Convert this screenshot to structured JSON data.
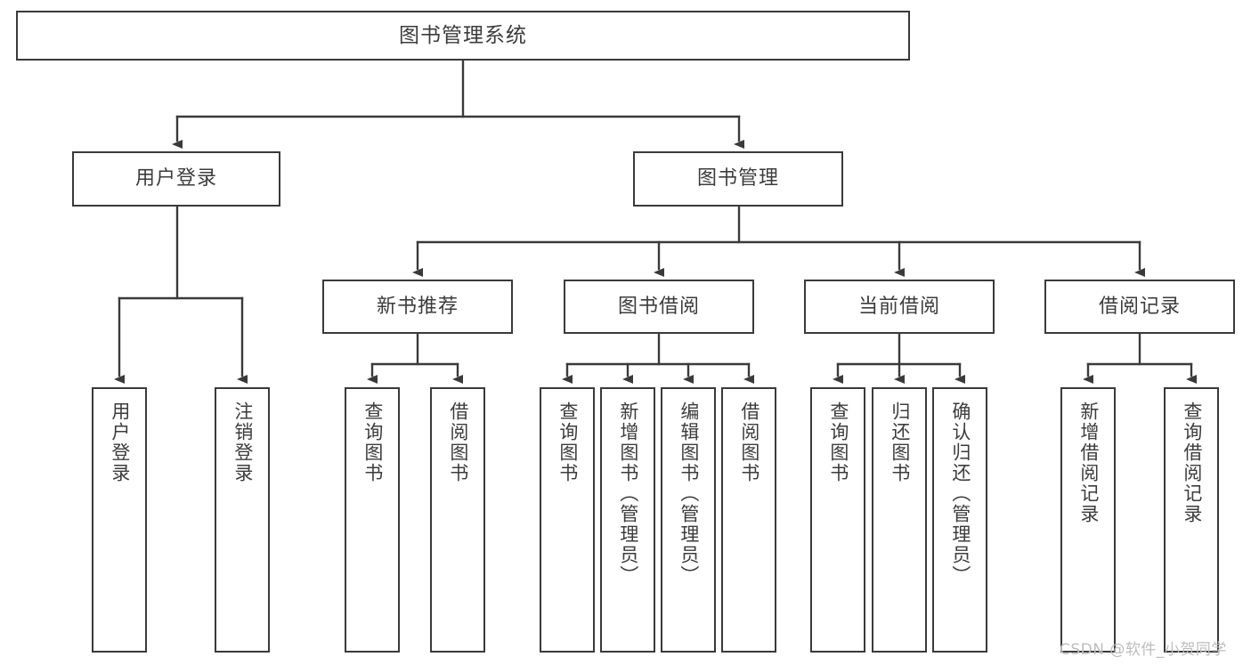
{
  "diagram": {
    "type": "tree",
    "title": "图书管理系统",
    "style": {
      "line_color": "#3a3a3a",
      "box_border_color": "#3a3a3a",
      "box_fill": "#ffffff",
      "text_color": "#3c3c3c",
      "background": "#ffffff",
      "watermark_color": "#bdbdbd"
    },
    "root": {
      "label": "图书管理系统"
    },
    "level2": [
      {
        "label": "用户登录"
      },
      {
        "label": "图书管理"
      }
    ],
    "level3": [
      {
        "label": "新书推荐"
      },
      {
        "label": "图书借阅"
      },
      {
        "label": "当前借阅"
      },
      {
        "label": "借阅记录"
      }
    ],
    "leaves": {
      "user_login": [
        {
          "label": "用户登录"
        },
        {
          "label": "注销登录"
        }
      ],
      "new_book_recommend": [
        {
          "label": "查询图书"
        },
        {
          "label": "借阅图书"
        }
      ],
      "book_borrow": [
        {
          "label": "查询图书"
        },
        {
          "label": "新增图书（管理员）"
        },
        {
          "label": "编辑图书（管理员）"
        },
        {
          "label": "借阅图书"
        }
      ],
      "current_borrow": [
        {
          "label": "查询图书"
        },
        {
          "label": "归还图书"
        },
        {
          "label": "确认归还（管理员）"
        }
      ],
      "borrow_record": [
        {
          "label": "新增借阅记录"
        },
        {
          "label": "查询借阅记录"
        }
      ]
    }
  },
  "watermark": {
    "text": "CSDN @软件_小贺同学"
  }
}
